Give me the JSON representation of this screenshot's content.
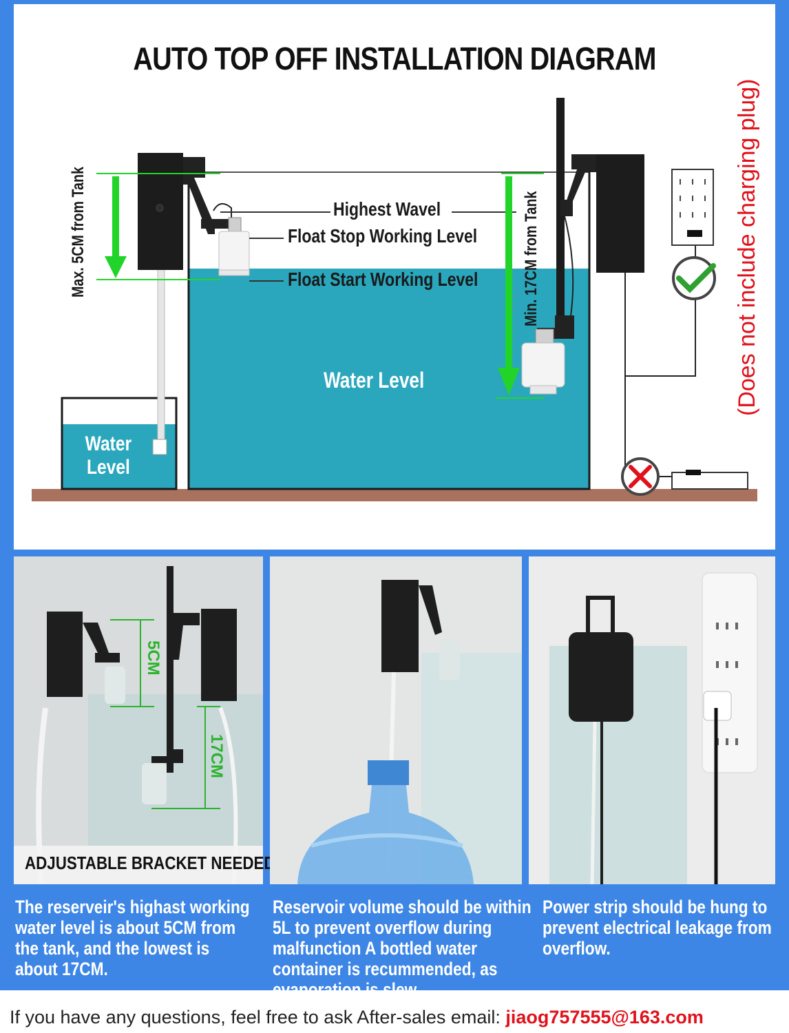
{
  "title": "AUTO TOP OFF INSTALLATION DIAGRAM",
  "labels": {
    "highest_wavel": "Highest Wavel",
    "float_stop": "Float Stop Working Level",
    "float_start": "Float Start Working Level",
    "water_level_tank": "Water Level",
    "water_level_reservoir_line1": "Water",
    "water_level_reservoir_line2": "Level",
    "max_from_tank": "Max. 5CM from Tank",
    "min_from_tank": "Min. 17CM from Tank",
    "charging_note": "(Does not include charging plug)"
  },
  "photos": {
    "bracket_label": "ADJUSTABLE BRACKET NEEDED",
    "mark_5cm": "5CM",
    "mark_17cm": "17CM"
  },
  "captions": [
    "The reserveir's highast working water level is about 5CM from the tank, and the lowest is about 17CM.",
    "Reservoir volume should be within 5L to prevent overflow during malfunction A bottled water container is recummended, as evaporation is slew.",
    "Power strip should be hung to prevent electrical leakage from overflow."
  ],
  "footer": {
    "text": "If you have any questions, feel free to ask After-sales email: ",
    "email": "jiaog757555@163.com"
  },
  "colors": {
    "frame_blue": "#3d86e6",
    "water": "#2aa7bd",
    "arrow_green": "#22d42a",
    "note_red": "#e0111b",
    "shelf": "#a9725f"
  }
}
